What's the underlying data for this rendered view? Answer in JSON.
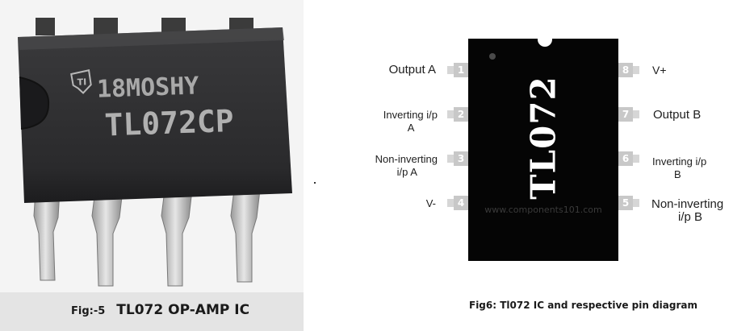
{
  "photo": {
    "chip_line1": "18MOSHY",
    "chip_line2": "TL072CP",
    "caption_tag": "Fig:-5",
    "caption_title": "TL072 OP-AMP IC"
  },
  "diagram": {
    "ic_label": "TL072",
    "watermark": "www.components101.com",
    "left_pins": [
      {
        "num": "1",
        "label_line1": "Output A",
        "label_line2": ""
      },
      {
        "num": "2",
        "label_line1": "Inverting i/p",
        "label_line2": "A"
      },
      {
        "num": "3",
        "label_line1": "Non-inverting",
        "label_line2": "i/p  A"
      },
      {
        "num": "4",
        "label_line1": "V-",
        "label_line2": ""
      }
    ],
    "right_pins": [
      {
        "num": "8",
        "label_line1": "V+",
        "label_line2": ""
      },
      {
        "num": "7",
        "label_line1": "Output B",
        "label_line2": ""
      },
      {
        "num": "6",
        "label_line1": "Inverting i/p",
        "label_line2": "B"
      },
      {
        "num": "5",
        "label_line1": "Non-inverting",
        "label_line2": "i/p  B"
      }
    ],
    "caption": "Fig6: Tl072 IC and respective pin diagram"
  },
  "colors": {
    "ic_body": "#050505",
    "pin_box": "#c8c8c8",
    "photo_bg": "#f4f4f4",
    "caption_band": "#e4e4e4"
  }
}
